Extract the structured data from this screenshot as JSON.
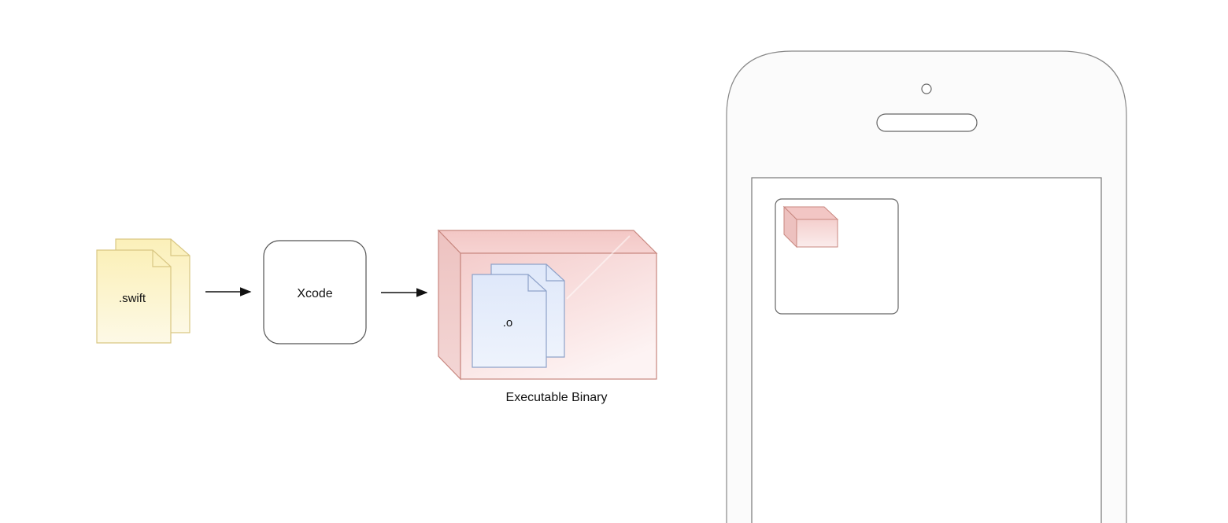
{
  "nodes": {
    "swift_files": {
      "label": ".swift"
    },
    "xcode": {
      "label": "Xcode"
    },
    "object_file": {
      "label": ".o"
    },
    "executable": {
      "label": "Executable Binary"
    }
  },
  "colors": {
    "swift_fill_top": "#fbf3c8",
    "swift_fill_bottom": "#fdf7dc",
    "swift_stroke": "#d9c784",
    "binary_fill": "#f7dcdc",
    "binary_side": "#efc9c8",
    "binary_stroke": "#c8877f",
    "object_fill": "#e6eefb",
    "object_stroke": "#8ea2c9",
    "outline": "#555555",
    "arrow": "#111111"
  }
}
